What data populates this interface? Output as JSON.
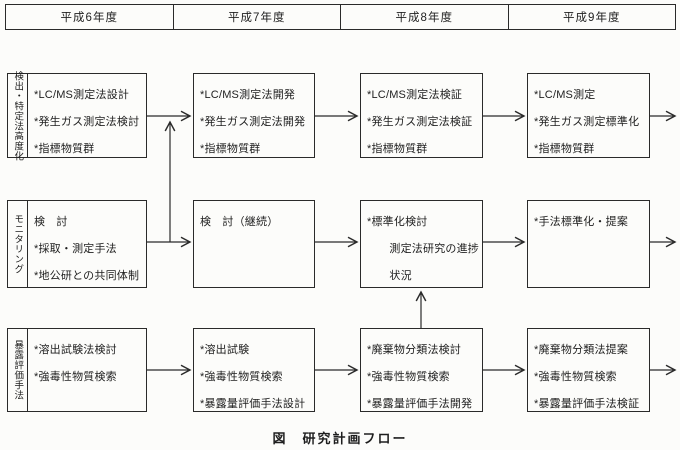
{
  "palette": {
    "ink": "#2a2a2a",
    "paper": "#fcfcfa"
  },
  "header": {
    "years": [
      "平成6年度",
      "平成7年度",
      "平成8年度",
      "平成9年度"
    ]
  },
  "rows": [
    {
      "label": "検出・特定法高度化",
      "boxes": [
        {
          "lines": [
            "*LC/MS測定法設計",
            "*発生ガス測定法検討",
            "*指標物質群"
          ]
        },
        {
          "lines": [
            "*LC/MS測定法開発",
            "*発生ガス測定法開発",
            "*指標物質群"
          ]
        },
        {
          "lines": [
            "*LC/MS測定法検証",
            "*発生ガス測定法検証",
            "*指標物質群"
          ]
        },
        {
          "lines": [
            "*LC/MS測定",
            "*発生ガス測定標準化",
            "*指標物質群"
          ]
        }
      ]
    },
    {
      "label": "モニタリング",
      "boxes": [
        {
          "lines": [
            "検　討",
            "*採取・測定手法",
            "*地公研との共同体制"
          ]
        },
        {
          "lines": [
            "検　討（継続）"
          ]
        },
        {
          "lines": [
            "*標準化検討",
            "　　測定法研究の進捗",
            "　　状況"
          ]
        },
        {
          "lines": [
            "*手法標準化・提案"
          ]
        }
      ]
    },
    {
      "label": "暴露評価手法",
      "boxes": [
        {
          "lines": [
            "*溶出試験法検討",
            "*強毒性物質検索"
          ]
        },
        {
          "lines": [
            "*溶出試験",
            "*強毒性物質検索",
            "*暴露量評価手法設計"
          ]
        },
        {
          "lines": [
            "*廃棄物分類法検討",
            "*強毒性物質検索",
            "*暴露量評価手法開発"
          ]
        },
        {
          "lines": [
            "*廃棄物分類法提案",
            "*強毒性物質検索",
            "*暴露量評価手法検証"
          ]
        }
      ]
    }
  ],
  "caption": "図　研究計画フロー"
}
